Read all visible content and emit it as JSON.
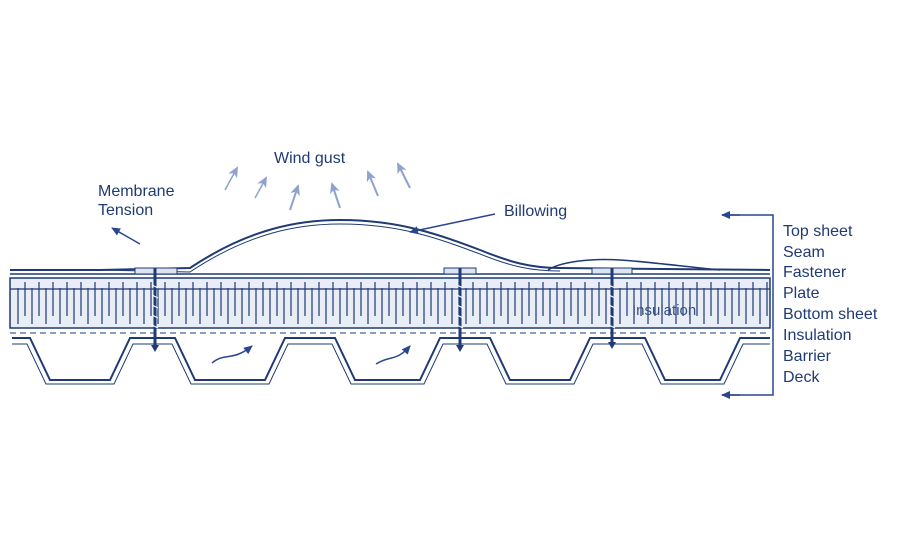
{
  "labels": {
    "wind_gust": "Wind gust",
    "membrane_tension_line1": "Membrane",
    "membrane_tension_line2": "Tension",
    "billowing": "Billowing",
    "insulation": "Insulation"
  },
  "layers": [
    "Top sheet",
    "Seam",
    "Fastener",
    "Plate",
    "Bottom sheet",
    "Insulation",
    "Barrier",
    "Deck"
  ],
  "colors": {
    "line": "#1f3a74",
    "arrow": "#2a4690",
    "wind_arrow": "#8fa2cc",
    "insulation_fill": "#e8edf6",
    "deck_fill": "#ffffff"
  }
}
